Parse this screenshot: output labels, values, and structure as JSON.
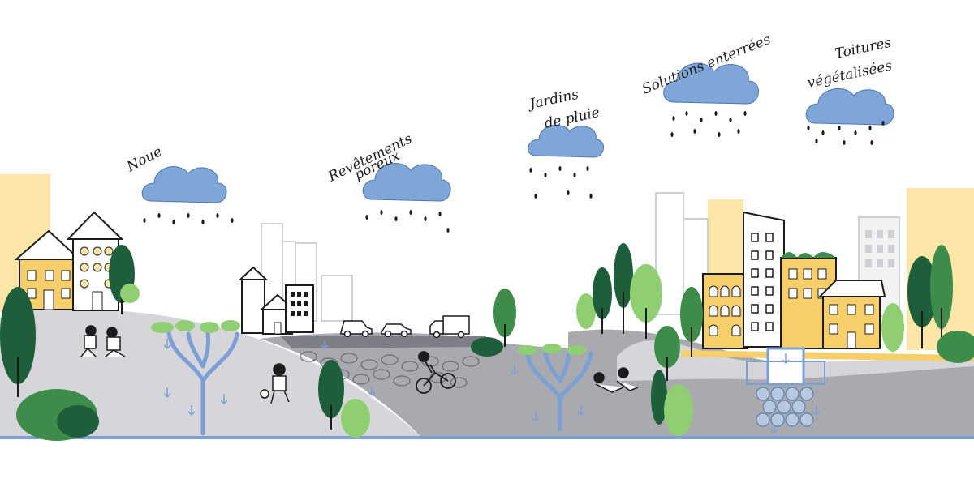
{
  "labels": {
    "noue": "Noue",
    "revetements_line1": "Revêtements",
    "revetements_line2": "poreux",
    "jardins_line1": "Jardins",
    "jardins_line2": "de pluie",
    "solutions": "Solutions enterrées",
    "toitures_line1": "Toitures",
    "toitures_line2": "végétalisées"
  },
  "colors": {
    "cloud": "#7ea6d8",
    "water": "#7aa0d6",
    "ground_light": "#d6d6da",
    "ground_dark": "#a9aab0",
    "house_yellow": "#f6cf6a",
    "pale_yellow": "#fbe6a8",
    "tree_dark": "#1f5e3a",
    "tree_mid": "#3e8c4a",
    "tree_light": "#8fcf72",
    "ink": "#1c1c1c"
  },
  "icons": [
    "cloud-icon",
    "raindrop-icon",
    "tree-icon",
    "house-icon",
    "car-icon",
    "truck-icon",
    "bicycle-icon",
    "child-icon"
  ]
}
